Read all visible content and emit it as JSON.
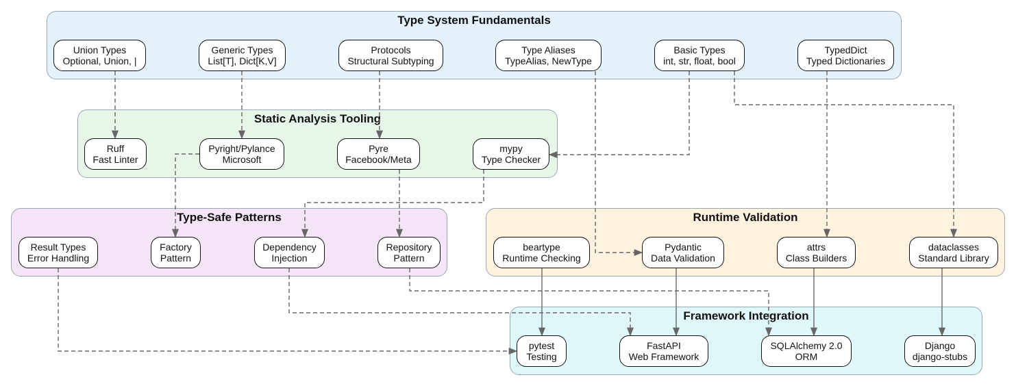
{
  "clusters": {
    "fundamentals": {
      "title": "Type System Fundamentals",
      "color": "#e3f2fd"
    },
    "tooling": {
      "title": "Static Analysis Tooling",
      "color": "#e8f5e9"
    },
    "patterns": {
      "title": "Type-Safe Patterns",
      "color": "#f3e5f5"
    },
    "runtime": {
      "title": "Runtime Validation",
      "color": "#fff3e0"
    },
    "frameworks": {
      "title": "Framework Integration",
      "color": "#e0f7fa"
    }
  },
  "nodes": {
    "union": {
      "line1": "Union Types",
      "line2": "Optional, Union, |"
    },
    "generic": {
      "line1": "Generic Types",
      "line2": "List[T], Dict[K,V]"
    },
    "protocols": {
      "line1": "Protocols",
      "line2": "Structural Subtyping"
    },
    "aliases": {
      "line1": "Type Aliases",
      "line2": "TypeAlias, NewType"
    },
    "basic": {
      "line1": "Basic Types",
      "line2": "int, str, float, bool"
    },
    "typeddict": {
      "line1": "TypedDict",
      "line2": "Typed Dictionaries"
    },
    "ruff": {
      "line1": "Ruff",
      "line2": "Fast Linter"
    },
    "pyright": {
      "line1": "Pyright/Pylance",
      "line2": "Microsoft"
    },
    "pyre": {
      "line1": "Pyre",
      "line2": "Facebook/Meta"
    },
    "mypy": {
      "line1": "mypy",
      "line2": "Type Checker"
    },
    "result": {
      "line1": "Result Types",
      "line2": "Error Handling"
    },
    "factory": {
      "line1": "Factory",
      "line2": "Pattern"
    },
    "di": {
      "line1": "Dependency",
      "line2": "Injection"
    },
    "repository": {
      "line1": "Repository",
      "line2": "Pattern"
    },
    "beartype": {
      "line1": "beartype",
      "line2": "Runtime Checking"
    },
    "pydantic": {
      "line1": "Pydantic",
      "line2": "Data Validation"
    },
    "attrs": {
      "line1": "attrs",
      "line2": "Class Builders"
    },
    "dataclasses": {
      "line1": "dataclasses",
      "line2": "Standard Library"
    },
    "pytest": {
      "line1": "pytest",
      "line2": "Testing"
    },
    "fastapi": {
      "line1": "FastAPI",
      "line2": "Web Framework"
    },
    "sqlalchemy": {
      "line1": "SQLAlchemy 2.0",
      "line2": "ORM"
    },
    "django": {
      "line1": "Django",
      "line2": "django-stubs"
    }
  },
  "edges": [
    {
      "from": "union",
      "to": "ruff",
      "style": "dashed"
    },
    {
      "from": "generic",
      "to": "pyright",
      "style": "dashed"
    },
    {
      "from": "protocols",
      "to": "pyre",
      "style": "dashed"
    },
    {
      "from": "aliases",
      "to": "pydantic",
      "style": "dashed"
    },
    {
      "from": "basic",
      "to": "mypy",
      "style": "dashed"
    },
    {
      "from": "basic",
      "to": "dataclasses",
      "style": "dashed"
    },
    {
      "from": "typeddict",
      "to": "attrs",
      "style": "dashed"
    },
    {
      "from": "pyright",
      "to": "factory",
      "style": "dashed"
    },
    {
      "from": "pyre",
      "to": "repository",
      "style": "dashed"
    },
    {
      "from": "mypy",
      "to": "di",
      "style": "dashed"
    },
    {
      "from": "result",
      "to": "pytest",
      "style": "dashed"
    },
    {
      "from": "di",
      "to": "fastapi",
      "style": "dashed"
    },
    {
      "from": "repository",
      "to": "sqlalchemy",
      "style": "dashed"
    },
    {
      "from": "beartype",
      "to": "pytest",
      "style": "solid"
    },
    {
      "from": "pydantic",
      "to": "fastapi",
      "style": "solid"
    },
    {
      "from": "attrs",
      "to": "sqlalchemy",
      "style": "solid"
    },
    {
      "from": "dataclasses",
      "to": "django",
      "style": "solid"
    }
  ],
  "colors": {
    "edge": "#666666",
    "node_border": "#111111",
    "cluster_border": "#9aa7b1"
  }
}
